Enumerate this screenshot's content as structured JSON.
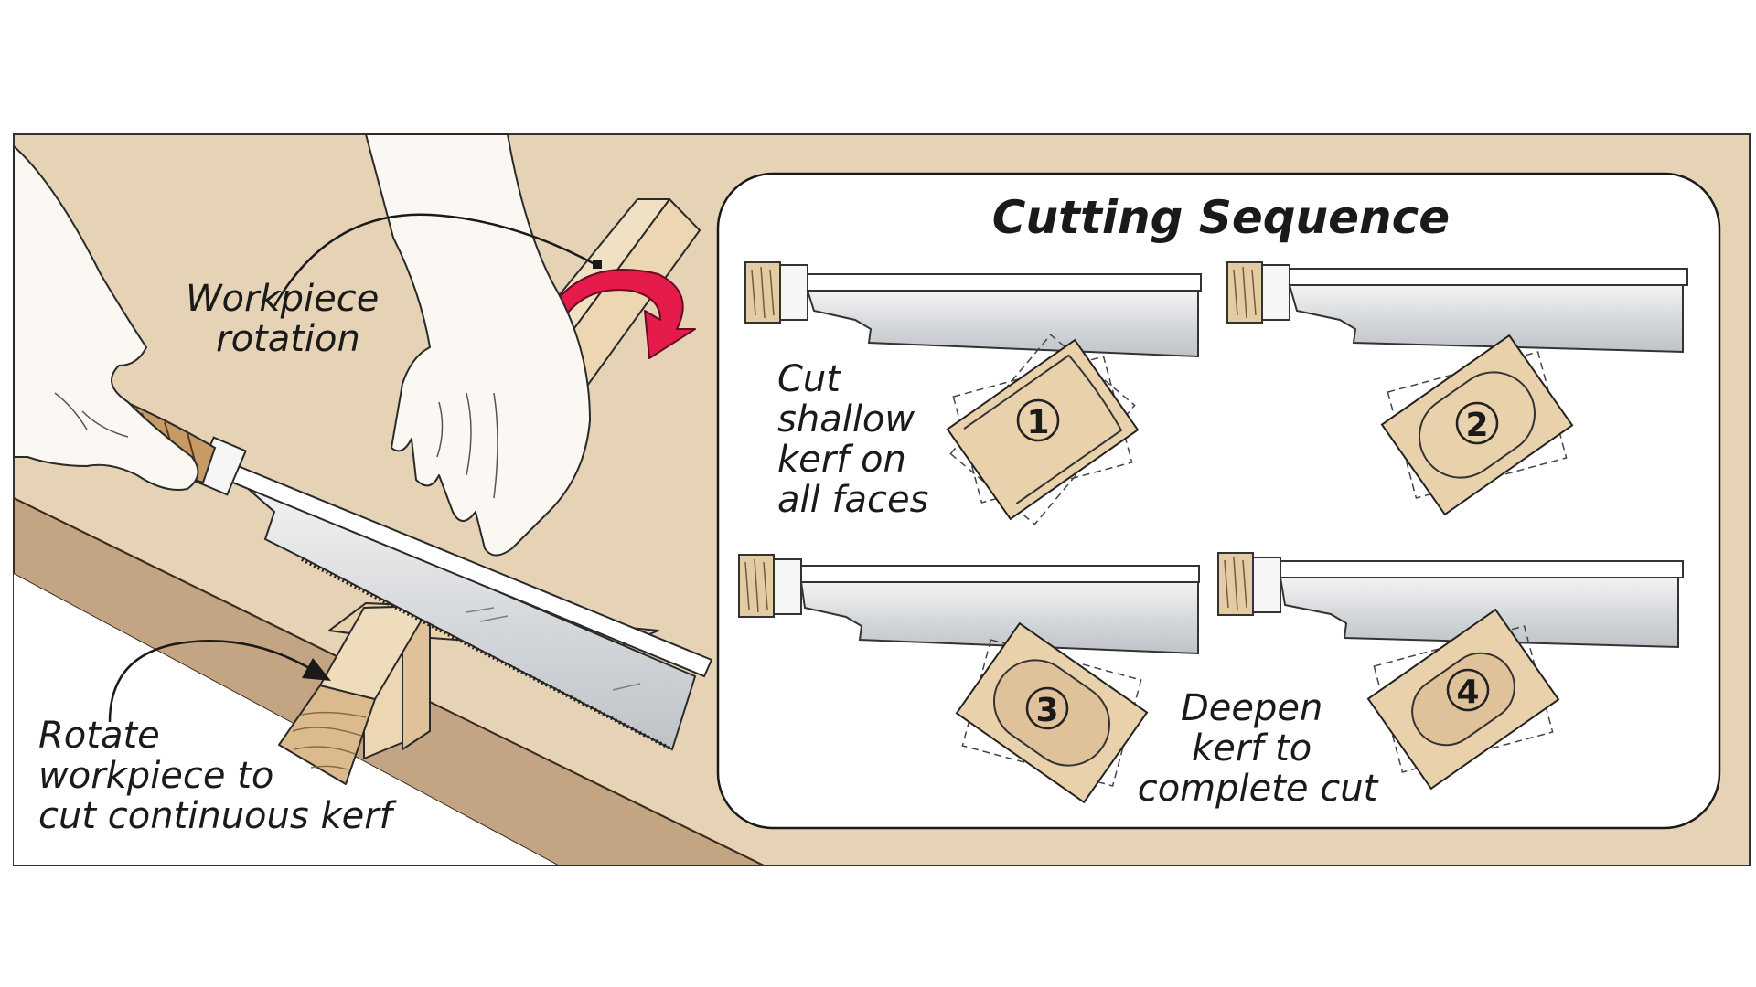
{
  "left_panel": {
    "rotation_label": [
      "Workpiece",
      "rotation"
    ],
    "rotate_label": [
      "Rotate",
      "workpiece to",
      "cut continuous kerf"
    ]
  },
  "inset": {
    "title": "Cutting Sequence",
    "shallow_label": [
      "Cut",
      "shallow",
      "kerf on",
      "all faces"
    ],
    "deepen_label": [
      "Deepen",
      "kerf to",
      "complete cut"
    ],
    "steps": [
      "1",
      "2",
      "3",
      "4"
    ]
  },
  "colors": {
    "background": "#e6d3b5",
    "bench_edge": "#c4a583",
    "wood_face": "#e9d2ab",
    "wood_end": "#dbbb8e",
    "saw_blade": "#d9dcde",
    "rotation_arrow": "#e41b4b",
    "skin": "#fbf8f3"
  }
}
